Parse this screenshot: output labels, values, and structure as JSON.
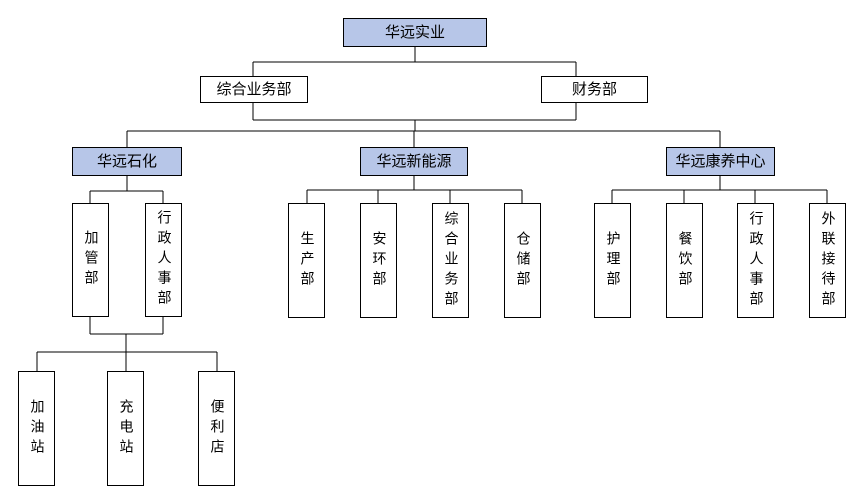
{
  "colors": {
    "highlight_node_fill": "#b7c6e8",
    "plain_node_fill": "#ffffff",
    "node_border": "#000000",
    "connector_line": "#000000",
    "background": "#ffffff"
  },
  "org_chart": {
    "root": {
      "label": "华远实业"
    },
    "staff_departments": [
      {
        "label": "综合业务部"
      },
      {
        "label": "财务部"
      }
    ],
    "branches": [
      {
        "label": "华远石化",
        "departments": [
          {
            "label": "加管部"
          },
          {
            "label": "行政人事部"
          }
        ],
        "sub_units": [
          {
            "label": "加油站"
          },
          {
            "label": "充电站"
          },
          {
            "label": "便利店"
          }
        ]
      },
      {
        "label": "华远新能源",
        "departments": [
          {
            "label": "生产部"
          },
          {
            "label": "安环部"
          },
          {
            "label": "综合业务部"
          },
          {
            "label": "仓储部"
          }
        ]
      },
      {
        "label": "华远康养中心",
        "departments": [
          {
            "label": "护理部"
          },
          {
            "label": "餐饮部"
          },
          {
            "label": "行政人事部"
          },
          {
            "label": "外联接待部"
          }
        ]
      }
    ]
  }
}
